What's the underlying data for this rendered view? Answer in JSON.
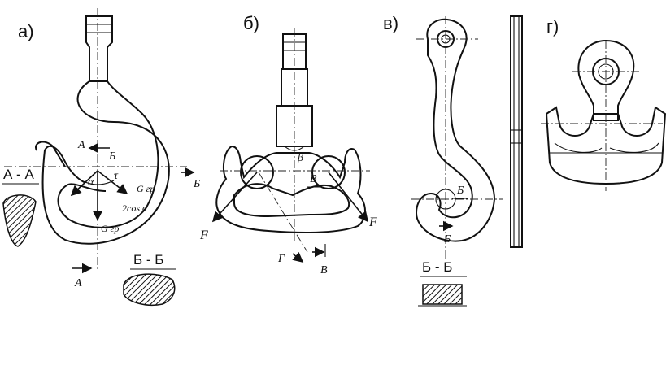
{
  "panels": {
    "a": {
      "label": "а)",
      "section_aa": "А - А",
      "section_bb": "Б - Б",
      "mark_A_top": "А",
      "mark_A_bottom": "А",
      "mark_B_top": "Б",
      "mark_B_right": "Б",
      "alpha": "α",
      "tau": "τ",
      "force_g": "G гр",
      "force_g_side": "G гр",
      "force_2cos": "2cos α"
    },
    "b": {
      "label": "б)",
      "beta": "β",
      "mark_B": "В",
      "mark_B_bottom": "В",
      "mark_G": "Г",
      "force_left": "F",
      "force_right": "F"
    },
    "v": {
      "label": "в)",
      "mark_B": "Б",
      "mark_B_bottom": "Б",
      "section_bb": "Б - Б"
    },
    "g": {
      "label": "г)"
    }
  }
}
